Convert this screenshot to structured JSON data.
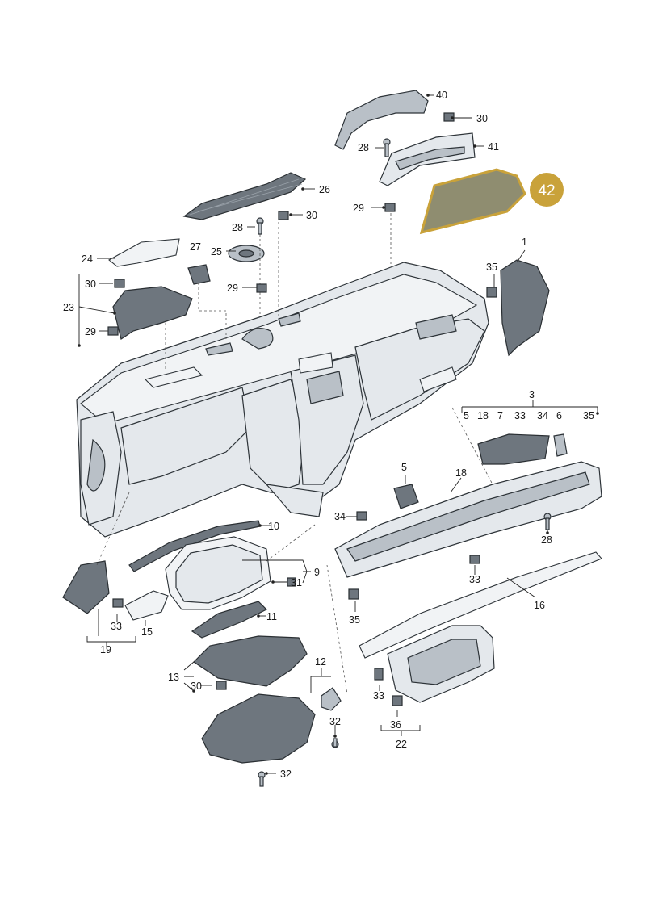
{
  "highlight": {
    "number": "42",
    "color": "#c9a23a"
  },
  "labels": [
    "40",
    "30",
    "28",
    "41",
    "26",
    "30",
    "29",
    "28",
    "25",
    "27",
    "24",
    "30",
    "23",
    "29",
    "29",
    "1",
    "35",
    "3",
    "5",
    "18",
    "7",
    "33",
    "34",
    "6",
    "35",
    "5",
    "18",
    "34",
    "28",
    "10",
    "9",
    "31",
    "11",
    "33",
    "35",
    "16",
    "19",
    "33",
    "15",
    "13",
    "30",
    "12",
    "33",
    "36",
    "32",
    "32",
    "22"
  ],
  "icons": [
    "screw-icon",
    "clip-icon"
  ]
}
